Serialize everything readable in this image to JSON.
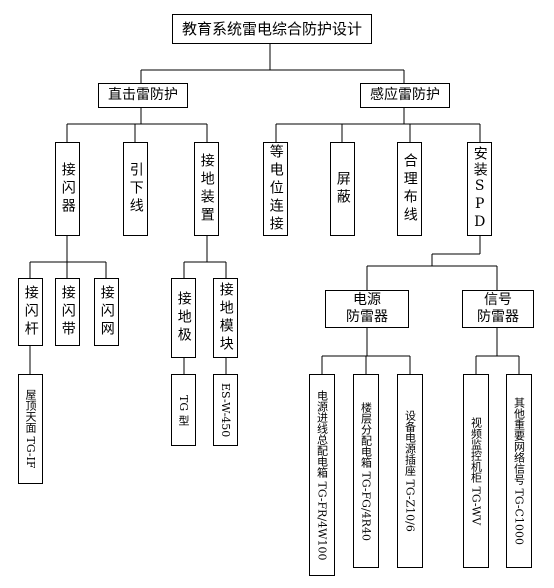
{
  "root": "教育系统雷电综合防护设计",
  "direct": {
    "title": "直击雷防护",
    "children": [
      "接闪器",
      "引下线",
      "接地装置"
    ],
    "air_terminals": [
      "接闪杆",
      "接闪带",
      "接闪网"
    ],
    "air_product": "屋顶天面 TG-IF",
    "grounding": [
      "接地极",
      "接地模块"
    ],
    "grounding_products": [
      "TG 型",
      "ES-W-450"
    ]
  },
  "induced": {
    "title": "感应雷防护",
    "children": [
      "等电位连接",
      "屏蔽",
      "合理布线",
      "安装SPD"
    ],
    "spd": [
      "电源\n防雷器",
      "信号\n防雷器"
    ],
    "power_items": [
      "电源进线总配电箱 TG-FR/4W100",
      "楼层分配电箱 TG-FG/4R40",
      "设备电源插座 TG-Z10/6"
    ],
    "signal_items": [
      "视频监控机柜 TG-WV",
      "其他重要网络信号 TG-C1000"
    ]
  }
}
